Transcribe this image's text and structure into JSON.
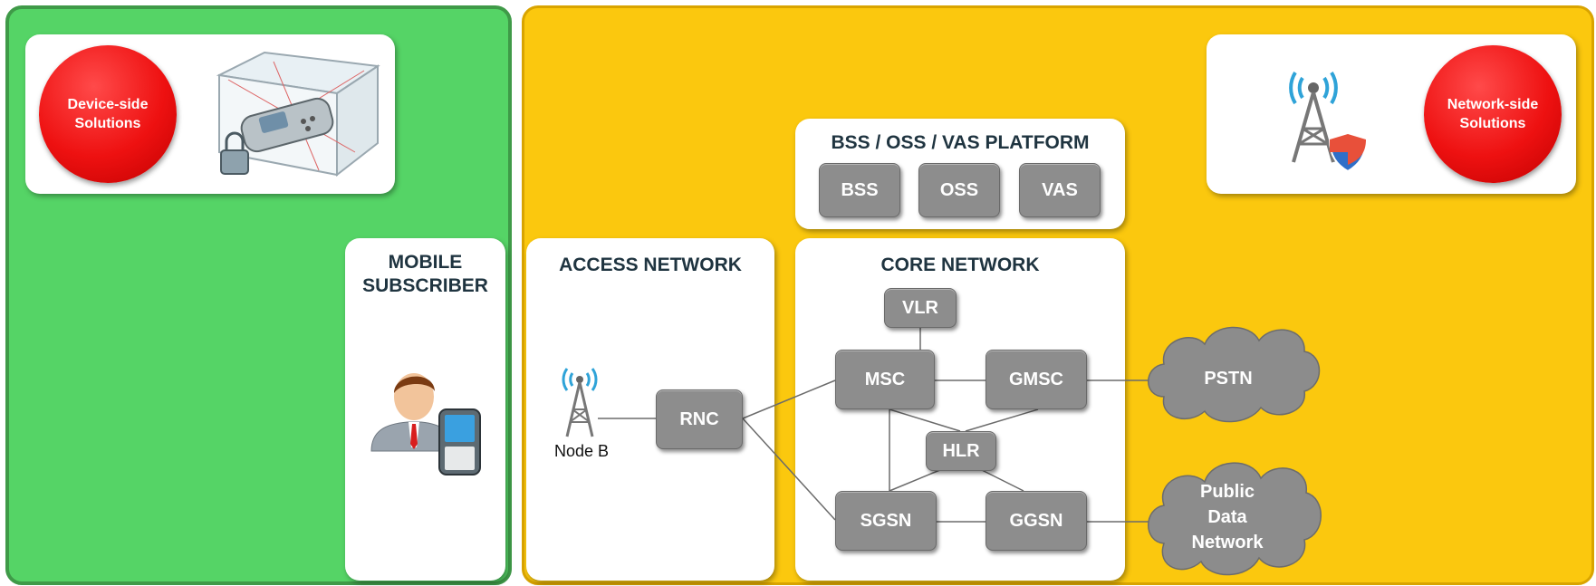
{
  "device_side": {
    "label": "Device-side\nSolutions"
  },
  "network_side": {
    "label": "Network-side\nSolutions"
  },
  "subscriber": {
    "title": "MOBILE\nSUBSCRIBER"
  },
  "platform": {
    "title": "BSS / OSS / VAS  PLATFORM",
    "nodes": [
      "BSS",
      "OSS",
      "VAS"
    ]
  },
  "access": {
    "title": "ACCESS NETWORK",
    "nodeb_label": "Node B",
    "rnc": "RNC"
  },
  "core": {
    "title": "CORE NETWORK",
    "vlr": "VLR",
    "msc": "MSC",
    "gmsc": "GMSC",
    "hlr": "HLR",
    "sgsn": "SGSN",
    "ggsn": "GGSN"
  },
  "external": {
    "pstn": "PSTN",
    "pdn": "Public\nData\nNetwork"
  },
  "colors": {
    "device_panel": "#55d466",
    "network_panel": "#fbc80e",
    "node": "#8d8d8d",
    "cloud": "#8c8c8c",
    "badge": "#ee1111"
  }
}
